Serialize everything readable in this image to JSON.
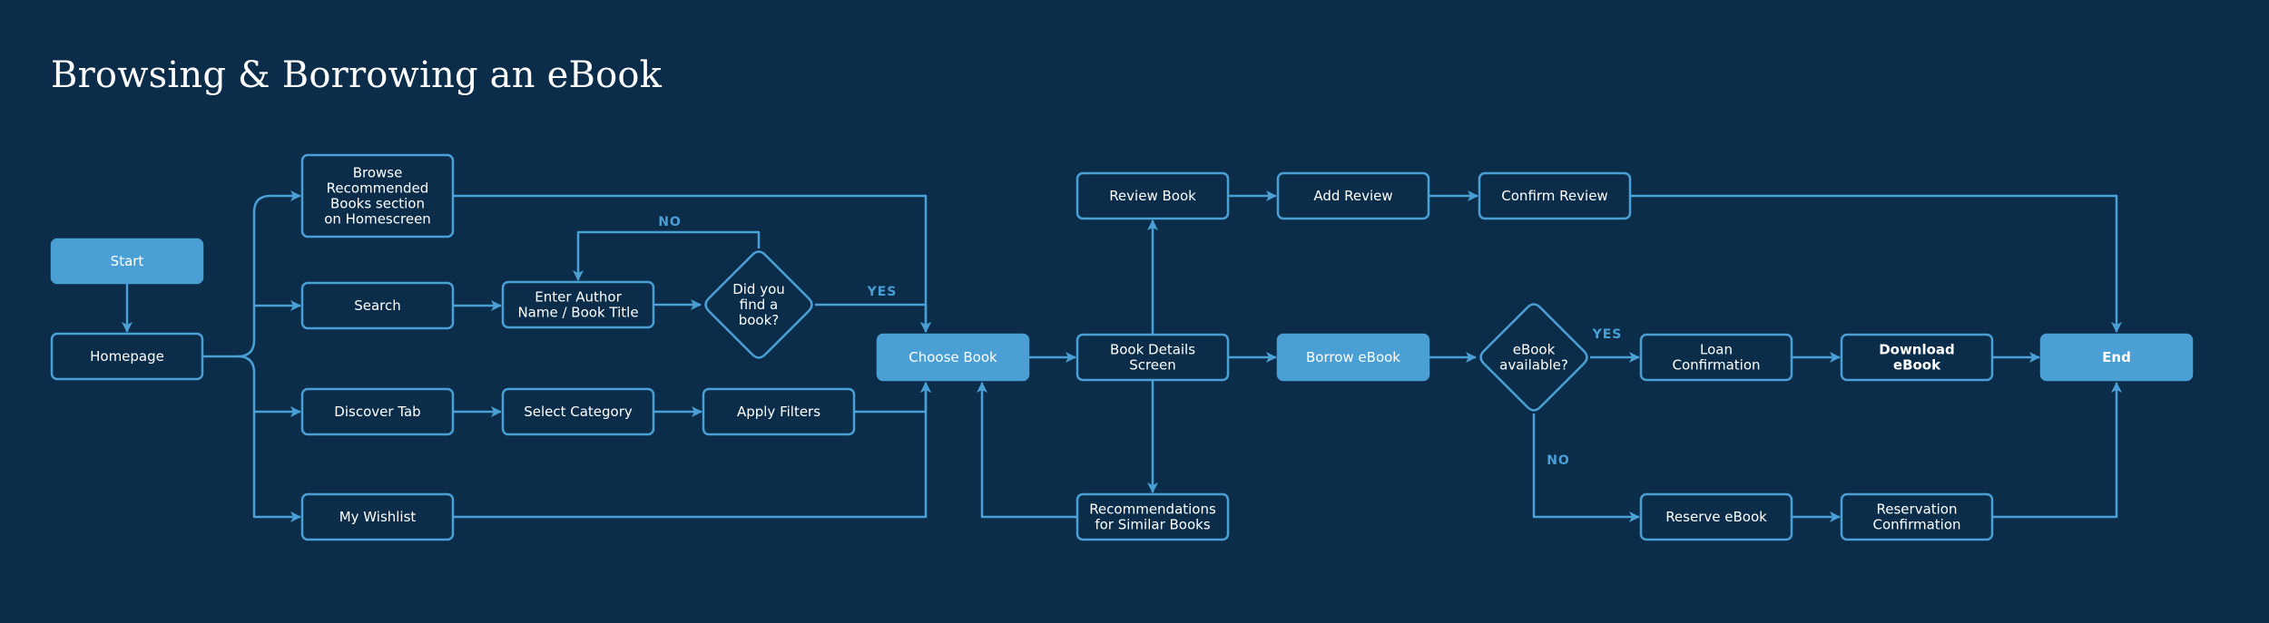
{
  "title": "Browsing & Borrowing an eBook",
  "colors": {
    "background": "#0b2d4a",
    "accent": "#4a9fd5",
    "text": "#ffffff"
  },
  "nodes": {
    "start": [
      "Start"
    ],
    "homepage": [
      "Homepage"
    ],
    "browse": [
      "Browse",
      "Recommended",
      "Books section",
      "on Homescreen"
    ],
    "search": [
      "Search"
    ],
    "enter": [
      "Enter Author",
      "Name / Book Title"
    ],
    "did": [
      "Did you",
      "find a",
      "book?"
    ],
    "discover": [
      "Discover Tab"
    ],
    "category": [
      "Select Category"
    ],
    "filters": [
      "Apply Filters"
    ],
    "wishlist": [
      "My Wishlist"
    ],
    "choose": [
      "Choose Book"
    ],
    "review": [
      "Review Book"
    ],
    "addreview": [
      "Add Review"
    ],
    "confirmreview": [
      "Confirm Review"
    ],
    "details": [
      "Book Details",
      "Screen"
    ],
    "recs": [
      "Recommendations",
      "for Similar Books"
    ],
    "borrow": [
      "Borrow eBook"
    ],
    "available": [
      "eBook",
      "available?"
    ],
    "loan": [
      "Loan",
      "Confirmation"
    ],
    "download": [
      "Download",
      "eBook"
    ],
    "end": [
      "End"
    ],
    "reserve": [
      "Reserve eBook"
    ],
    "reservation": [
      "Reservation",
      "Confirmation"
    ]
  },
  "edge_labels": {
    "no_top": "NO",
    "yes_found": "YES",
    "yes_available": "YES",
    "no_available": "NO"
  }
}
